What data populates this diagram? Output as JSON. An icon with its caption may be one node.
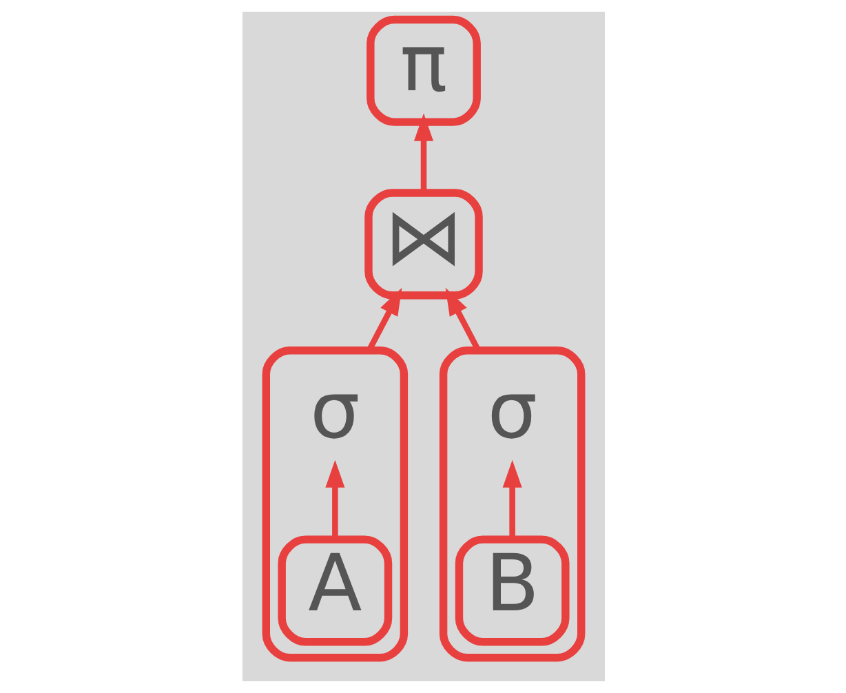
{
  "diagram": {
    "nodes": [
      {
        "text": [
          "π"
        ]
      },
      {
        "text": [
          "⋈"
        ]
      },
      {
        "text": [],
        "shape": "box"
      },
      {
        "text": [
          "σ"
        ],
        "in": 2
      },
      {
        "text": [
          "A"
        ],
        "in": 2
      },
      {
        "text": [],
        "shape": "box"
      },
      {
        "text": [
          "σ"
        ],
        "in": 5
      },
      {
        "text": [
          "B"
        ],
        "in": 5
      }
    ],
    "edges": [
      {
        "from": 4,
        "to": 3,
        "arrow": "to"
      },
      {
        "from": 7,
        "to": 6,
        "arrow": "to"
      },
      {
        "from": 2,
        "to": 1,
        "arrow": "to"
      },
      {
        "from": 5,
        "to": 1,
        "arrow": "to"
      },
      {
        "from": 1,
        "to": 0,
        "arrow": "to"
      }
    ]
  }
}
